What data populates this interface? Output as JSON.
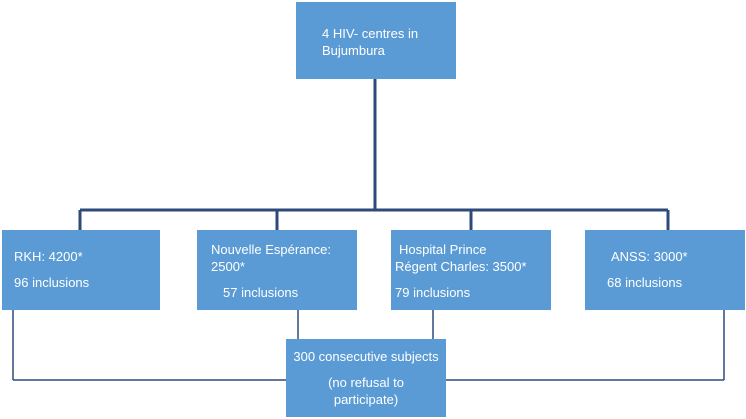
{
  "top": {
    "line1": "4  HIV- centres in",
    "line2": "Bujumbura"
  },
  "centres": [
    {
      "name_lines": [
        "RKH: 4200*"
      ],
      "inclusions": "96 inclusions"
    },
    {
      "name_lines": [
        "Nouvelle Espérance:",
        "2500*"
      ],
      "inclusions": "57 inclusions"
    },
    {
      "name_lines": [
        "Hospital Prince",
        "Régent Charles: 3500*"
      ],
      "inclusions": "79 inclusions"
    },
    {
      "name_lines": [
        "ANSS: 3000*"
      ],
      "inclusions": "68 inclusions"
    }
  ],
  "bottom": {
    "line1": "300 consecutive subjects",
    "line2": "(no refusal to",
    "line3": "participate)"
  },
  "colors": {
    "box_fill": "#5b9bd5",
    "connector": "#2e4a7a",
    "text": "#ffffff"
  }
}
